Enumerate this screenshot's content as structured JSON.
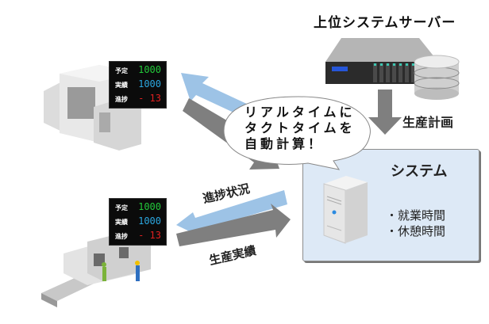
{
  "server": {
    "title": "上位システムサーバー"
  },
  "plan_label": "生産計画",
  "bubble": {
    "lines": [
      "リアルタイムに",
      "タクトタイムを",
      "自動計算！"
    ]
  },
  "system": {
    "title": "システム",
    "bullets": [
      "・就業時間",
      "・休憩時間"
    ]
  },
  "arrows": {
    "progress_label": "進捗状況",
    "result_label": "生産実績"
  },
  "boards": [
    {
      "rows": [
        {
          "label": "予定",
          "value": "1000",
          "color": "#22c83a"
        },
        {
          "label": "実績",
          "value": "1000",
          "color": "#2ba7e0"
        },
        {
          "label": "進捗",
          "value": "- 13",
          "color": "#e02020"
        }
      ]
    },
    {
      "rows": [
        {
          "label": "予定",
          "value": "1000",
          "color": "#22c83a"
        },
        {
          "label": "実績",
          "value": "1000",
          "color": "#2ba7e0"
        },
        {
          "label": "進捗",
          "value": "- 13",
          "color": "#e02020"
        }
      ]
    }
  ],
  "colors": {
    "blue_arrow": "#9dc3e6",
    "gray_arrow": "#7f7f7f",
    "system_bg": "#dde9f6"
  }
}
